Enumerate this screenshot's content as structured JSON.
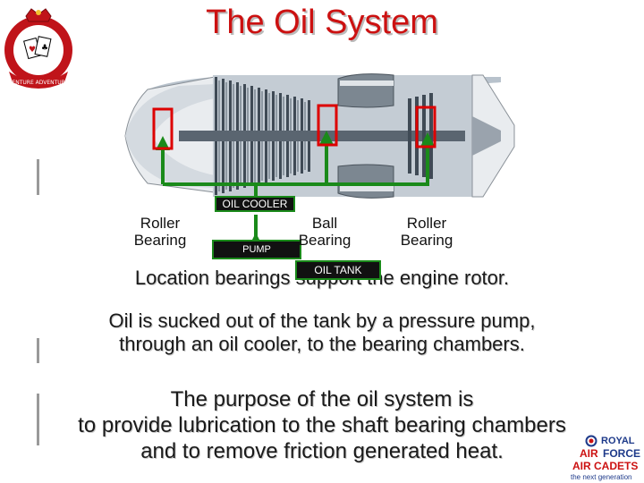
{
  "title": "The Oil System",
  "crest": {
    "motto": "VENTURE ADVENTURE"
  },
  "labels": {
    "oil_cooler": "OIL COOLER",
    "pump": "PUMP",
    "oil_tank": "OIL TANK",
    "roller_bearing_left_line1": "Roller",
    "roller_bearing_left_line2": "Bearing",
    "ball_bearing_line1": "Ball",
    "ball_bearing_line2": "Bearing",
    "roller_bearing_right_line1": "Roller",
    "roller_bearing_right_line2": "Bearing"
  },
  "text": {
    "location": "Location bearings support the engine rotor.",
    "oil_path_line1": "Oil is sucked out of the tank by a pressure pump,",
    "oil_path_line2": "through an oil cooler, to the bearing chambers.",
    "purpose_line1": "The purpose of the oil system is",
    "purpose_line2": "to provide lubrication to the shaft bearing chambers",
    "purpose_line3": "and to remove friction generated heat."
  },
  "logo": {
    "royal": "ROYAL",
    "air": "AIR",
    "force": "FORCE",
    "cadets": "AIR CADETS",
    "tagline": "the next generation"
  },
  "colors": {
    "title": "#cc1111",
    "pipe": "#1a8a1a",
    "bearing_box": "#dd0000",
    "engine_casing": "#9aa3ad",
    "logo_blue": "#1e3a8a",
    "logo_red": "#cc1111"
  }
}
